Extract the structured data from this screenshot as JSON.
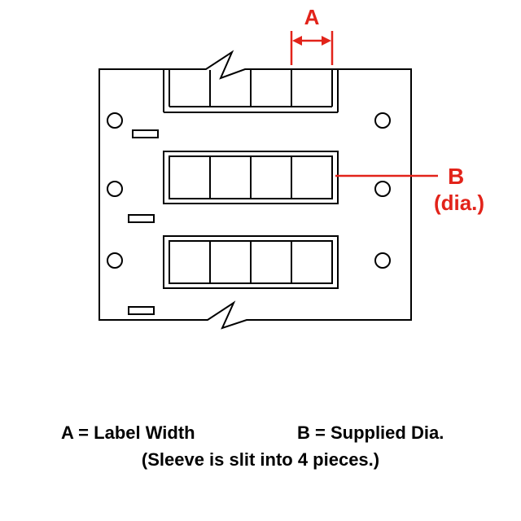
{
  "colors": {
    "red": "#e2231a",
    "black": "#000000",
    "bg": "#ffffff"
  },
  "dimensions": {
    "a_label": "A",
    "b_label": "B",
    "b_sub_label": "(dia.)"
  },
  "legend": {
    "a_definition": "A = Label Width",
    "b_definition": "B = Supplied Dia.",
    "note": "(Sleeve is slit into 4 pieces.)"
  }
}
